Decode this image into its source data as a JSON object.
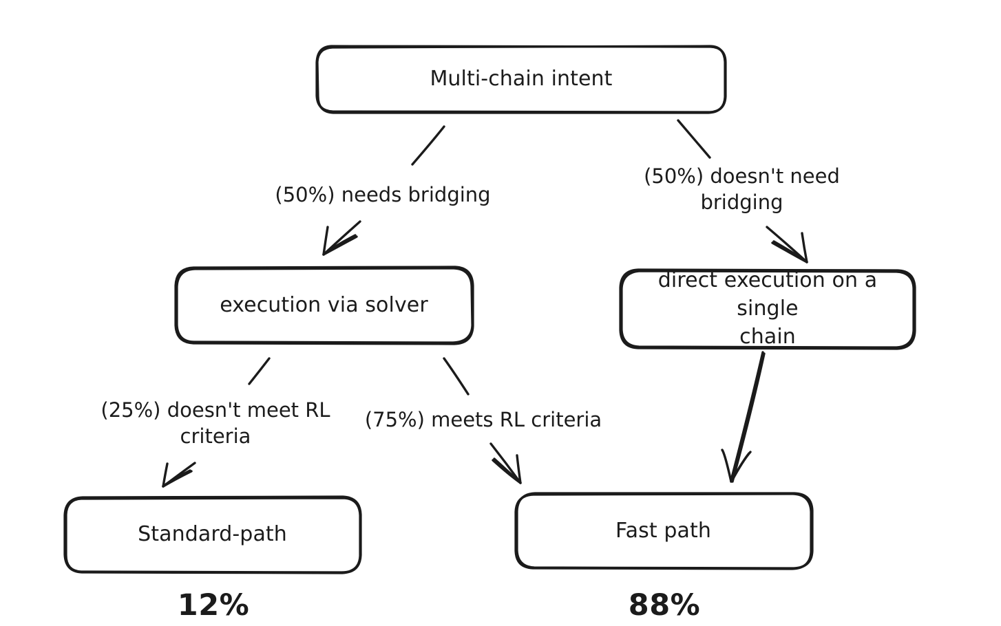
{
  "diagram": {
    "title": "Multi-chain intent routing decision tree",
    "background_color": "#ffffff",
    "stroke_color": "#1b1b1b",
    "style": "hand-drawn sketch"
  },
  "nodes": {
    "root": {
      "label": "Multi-chain intent"
    },
    "solver": {
      "label": "execution via solver"
    },
    "direct": {
      "label": "direct execution on a single\nchain"
    },
    "standard": {
      "label": "Standard-path"
    },
    "fast": {
      "label": "Fast path"
    }
  },
  "edge_labels": {
    "needs_bridging": "(50%) needs bridging",
    "no_bridging": "(50%) doesn't need\nbridging",
    "fails_rl": "(25%) doesn't meet  RL\ncriteria",
    "meets_rl": "(75%) meets RL criteria"
  },
  "outcomes": {
    "standard_pct": "12%",
    "fast_pct": "88%"
  },
  "chart_data": {
    "type": "tree",
    "title": "Multi-chain intent routing decision tree",
    "nodes": [
      {
        "id": "root",
        "label": "Multi-chain intent",
        "level": 0
      },
      {
        "id": "solver",
        "label": "execution via solver",
        "level": 1
      },
      {
        "id": "direct",
        "label": "direct execution on a single chain",
        "level": 1
      },
      {
        "id": "standard",
        "label": "Standard-path",
        "level": 2,
        "outcome_share": "12%"
      },
      {
        "id": "fast",
        "label": "Fast path",
        "level": 2,
        "outcome_share": "88%"
      }
    ],
    "edges": [
      {
        "from": "root",
        "to": "solver",
        "label": "(50%) needs bridging",
        "probability": 50
      },
      {
        "from": "root",
        "to": "direct",
        "label": "(50%) doesn't need bridging",
        "probability": 50
      },
      {
        "from": "solver",
        "to": "standard",
        "label": "(25%) doesn't meet  RL criteria",
        "probability": 25
      },
      {
        "from": "solver",
        "to": "fast",
        "label": "(75%) meets RL criteria",
        "probability": 75
      },
      {
        "from": "direct",
        "to": "fast",
        "label": "",
        "probability": 100
      }
    ]
  }
}
